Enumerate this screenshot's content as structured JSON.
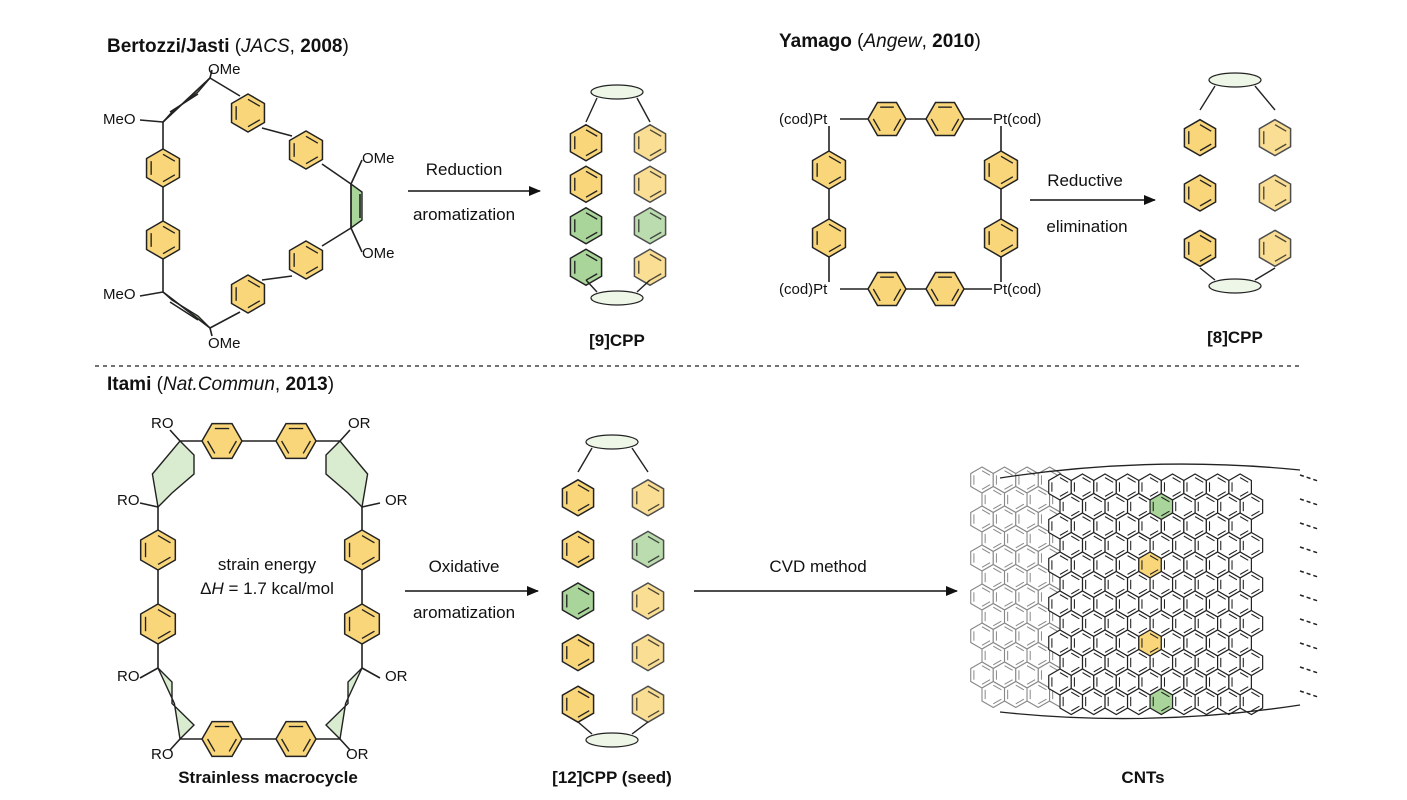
{
  "sections": {
    "bertozzi": {
      "name": "Bertozzi/Jasti",
      "open": " (",
      "journal": "JACS",
      "comma": ", ",
      "year": "2008",
      "close": ")"
    },
    "yamago": {
      "name": "Yamago",
      "open": " (",
      "journal": "Angew",
      "comma": ", ",
      "year": "2010",
      "close": ")"
    },
    "itami": {
      "name": "Itami",
      "open": " (",
      "journal": "Nat.Commun",
      "comma": ", ",
      "year": "2013",
      "close": ")"
    }
  },
  "substituents": {
    "ome": "OMe",
    "meo": "MeO",
    "ro": "RO",
    "or": "OR",
    "cod_pt": "(cod)Pt",
    "pt_cod": "Pt(cod)"
  },
  "arrows": {
    "reduction": [
      "Reduction",
      "aromatization"
    ],
    "reductive": [
      "Reductive",
      "elimination"
    ],
    "oxidative": [
      "Oxidative",
      "aromatization"
    ],
    "cvd": "CVD method"
  },
  "strain": {
    "line1": "strain energy",
    "delta": "Δ",
    "H": "H",
    "rest": " = 1.7 kcal/mol"
  },
  "captions": {
    "cpp9": "[9]CPP",
    "cpp8": "[8]CPP",
    "macrocycle": "Strainless macrocycle",
    "cpp12": "[12]CPP (seed)",
    "cnts": "CNTs"
  },
  "colors": {
    "ring_yellow": "#fad67a",
    "ring_green": "#a9d49a",
    "bond": "#222222",
    "tube_grey": "#888888"
  }
}
